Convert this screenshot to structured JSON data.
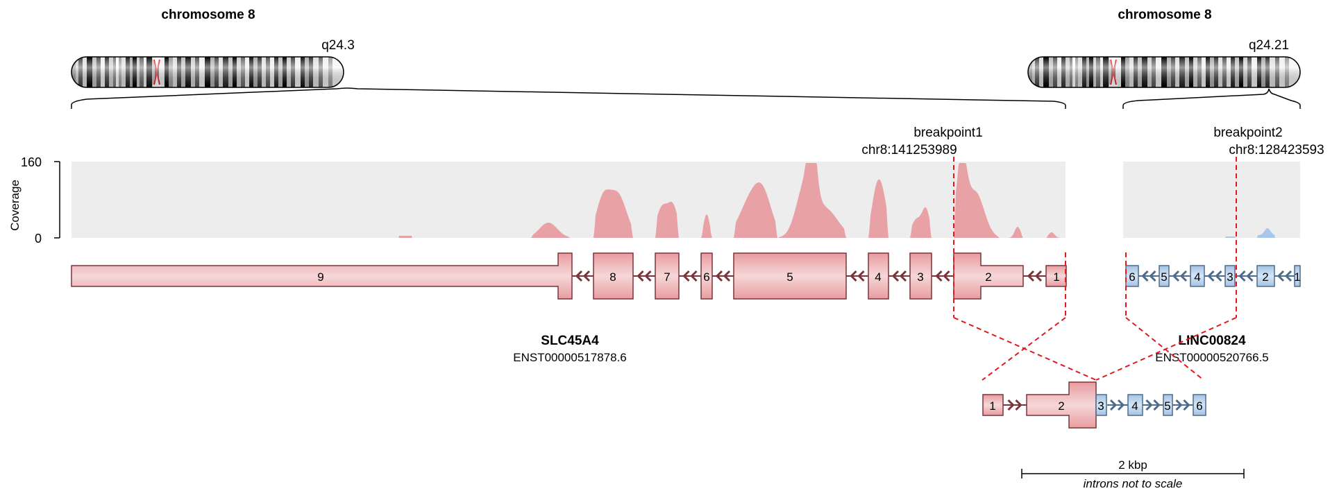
{
  "left_chromosome": {
    "title": "chromosome 8",
    "band": "q24.3"
  },
  "right_chromosome": {
    "title": "chromosome 8",
    "band": "q24.21"
  },
  "coverage": {
    "axis_label": "Coverage",
    "tick_max": "160",
    "tick_min": "0"
  },
  "breakpoint1": {
    "label": "breakpoint1",
    "position": "chr8:141253989"
  },
  "breakpoint2": {
    "label": "breakpoint2",
    "position": "chr8:128423593"
  },
  "gene1": {
    "name": "SLC45A4",
    "transcript": "ENST00000517878.6",
    "exons": [
      "9",
      "8",
      "7",
      "6",
      "5",
      "4",
      "3",
      "2",
      "1"
    ]
  },
  "gene2": {
    "name": "LINC00824",
    "transcript": "ENST00000520766.5",
    "exons": [
      "6",
      "5",
      "4",
      "3",
      "2",
      "1"
    ]
  },
  "fusion": {
    "exons": [
      "1",
      "2",
      "3",
      "4",
      "5",
      "6"
    ]
  },
  "scale": {
    "label": "2 kbp",
    "note": "introns not to scale"
  },
  "colors": {
    "gene1_fill": "#e8a2a5",
    "gene1_stroke": "#7a3439",
    "gene2_fill": "#a9c8e8",
    "gene2_stroke": "#4d6b8c",
    "coverage_bg": "#ededed",
    "breakpoint": "#e0191f"
  }
}
